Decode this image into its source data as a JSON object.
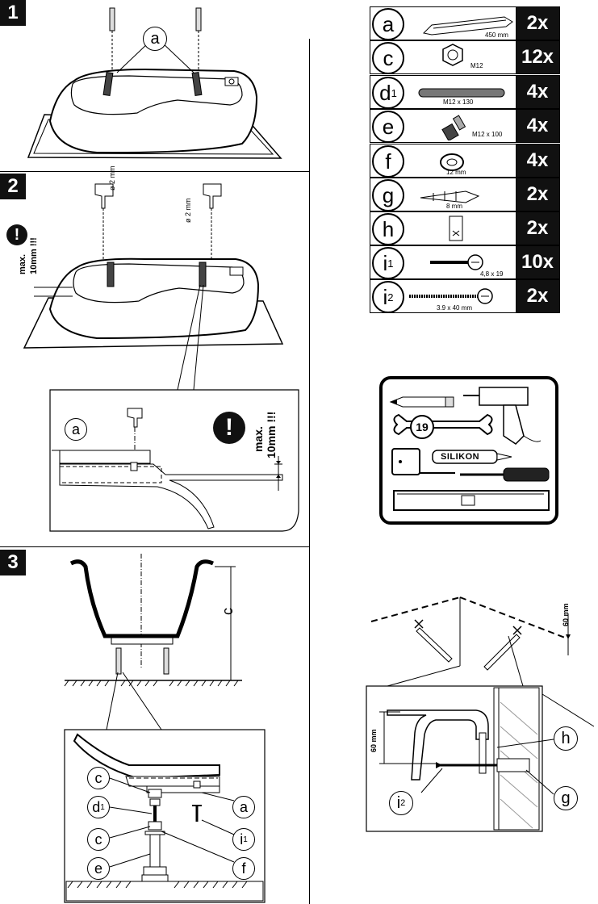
{
  "steps": [
    "1",
    "2",
    "3"
  ],
  "labels": {
    "a": "a",
    "c": "c",
    "d": "d",
    "d_sub": "1",
    "e": "e",
    "f": "f",
    "g": "g",
    "h": "h",
    "i": "i",
    "i1_sub": "1",
    "i2_sub": "2",
    "dim_c": "c"
  },
  "warning": {
    "symbol": "!",
    "text_max": "max.",
    "text_10mm": "10mm !!!"
  },
  "drill": {
    "diameter_1": "ø 2 mm",
    "diameter_2": "ø 2 mm"
  },
  "parts": [
    {
      "letter": "a",
      "sub": "",
      "size": "450 mm",
      "qty": "2x"
    },
    {
      "letter": "c",
      "sub": "",
      "size": "M12",
      "qty": "12x"
    },
    {
      "letter": "d",
      "sub": "1",
      "size": "M12 x 130",
      "qty": "4x"
    },
    {
      "letter": "e",
      "sub": "",
      "size": "M12 x 100",
      "qty": "4x"
    },
    {
      "letter": "f",
      "sub": "",
      "size": "12 mm",
      "qty": "4x"
    },
    {
      "letter": "g",
      "sub": "",
      "size": "8 mm",
      "qty": "2x"
    },
    {
      "letter": "h",
      "sub": "",
      "size": "",
      "qty": "2x"
    },
    {
      "letter": "i",
      "sub": "1",
      "size": "4,8 x 19",
      "qty": "10x"
    },
    {
      "letter": "i",
      "sub": "2",
      "size": "3.9 x 40 mm",
      "qty": "2x"
    }
  ],
  "tools": {
    "wrench_size": "19",
    "silicone_label": "SILIKON"
  },
  "wall": {
    "dim_60_top": "60 mm",
    "dim_60_detail": "60 mm"
  }
}
